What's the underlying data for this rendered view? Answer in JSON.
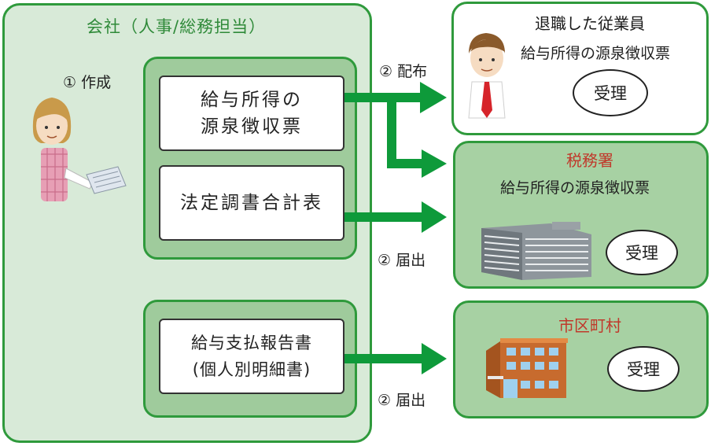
{
  "company": {
    "title": "会社（人事/総務担当）",
    "step_create": "① 作成"
  },
  "documents": {
    "withholding_slip": "給与所得の\n源泉徴収票",
    "statutory_summary": "法定調書合計表",
    "salary_report": "給与支払報告書\n(個人別明細書)"
  },
  "steps": {
    "distribute": "② 配布",
    "submit_tax": "② 届出",
    "submit_city": "② 届出"
  },
  "recipients": {
    "employee": {
      "title": "退職した従業員",
      "document": "給与所得の源泉徴収票",
      "received": "受理"
    },
    "tax_office": {
      "title": "税務署",
      "document": "給与所得の源泉徴収票",
      "received": "受理"
    },
    "municipality": {
      "title": "市区町村",
      "received": "受理"
    }
  },
  "colors": {
    "frame_green": "#2f9a3c",
    "panel_light": "#d8ead8",
    "group_green": "#9fcb9c",
    "arrow_green": "#0e9a3a",
    "accent_red": "#c0392b"
  }
}
